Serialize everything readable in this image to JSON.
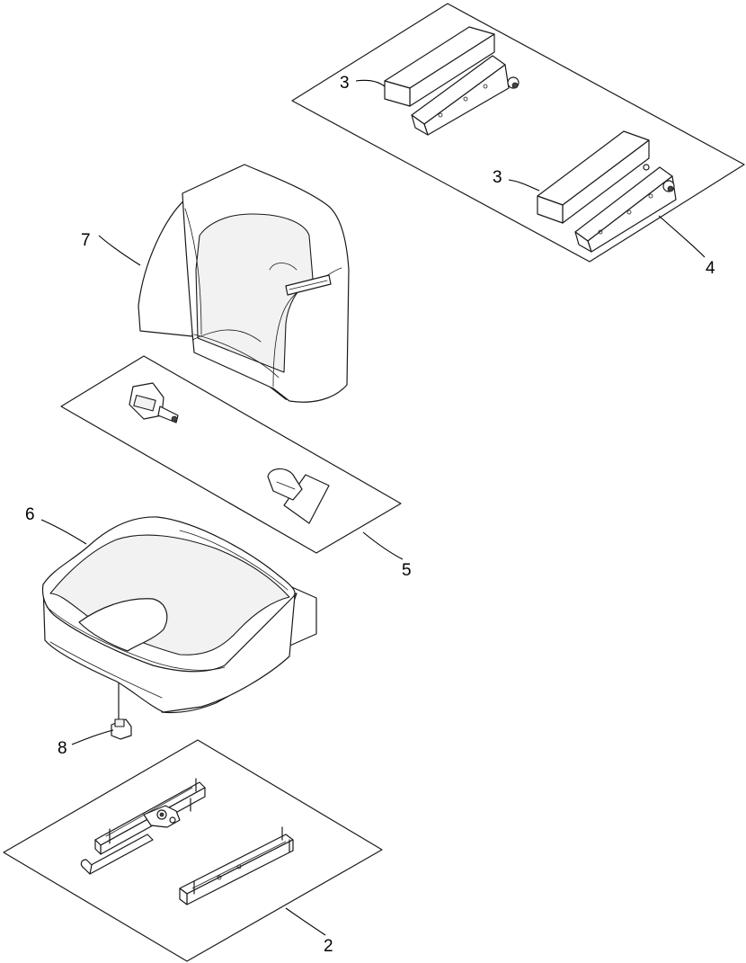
{
  "callouts": {
    "c3a": "3",
    "c3b": "3",
    "c4": "4",
    "c7": "7",
    "c5": "5",
    "c6": "6",
    "c8": "8",
    "c2": "2"
  }
}
